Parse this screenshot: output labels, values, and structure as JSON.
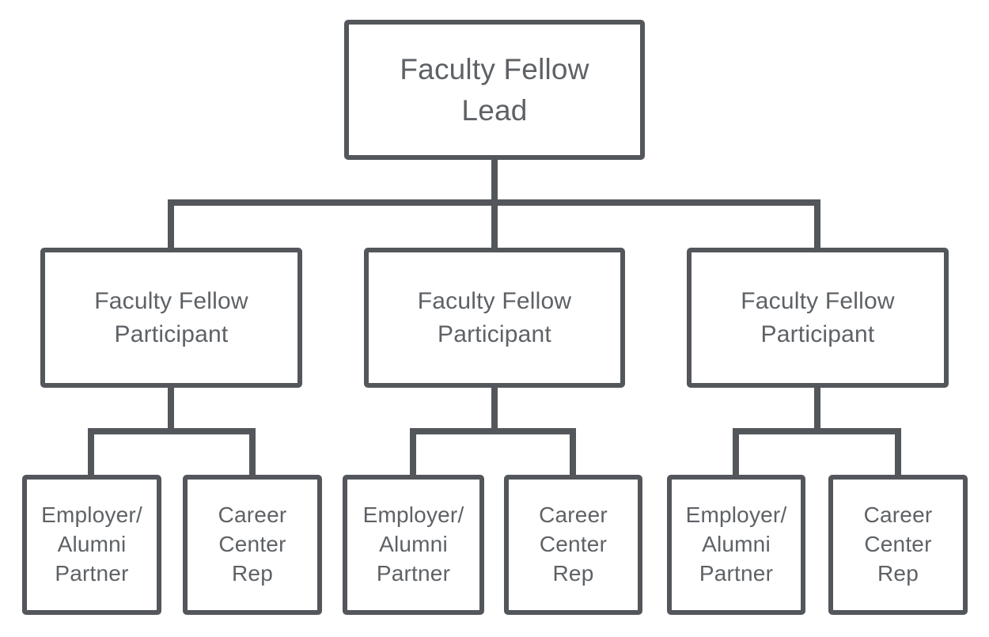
{
  "org": {
    "type": "organizational-chart",
    "colors": {
      "line": "#53565A",
      "text": "#5E6266",
      "background": "#FFFFFF"
    },
    "root": {
      "label": "Faculty Fellow\nLead"
    },
    "branches": [
      {
        "label": "Faculty Fellow\nParticipant",
        "children": [
          {
            "label": "Employer/\nAlumni\nPartner"
          },
          {
            "label": "Career\nCenter\nRep"
          }
        ]
      },
      {
        "label": "Faculty Fellow\nParticipant",
        "children": [
          {
            "label": "Employer/\nAlumni\nPartner"
          },
          {
            "label": "Career\nCenter\nRep"
          }
        ]
      },
      {
        "label": "Faculty Fellow\nParticipant",
        "children": [
          {
            "label": "Employer/\nAlumni\nPartner"
          },
          {
            "label": "Career\nCenter\nRep"
          }
        ]
      }
    ]
  }
}
